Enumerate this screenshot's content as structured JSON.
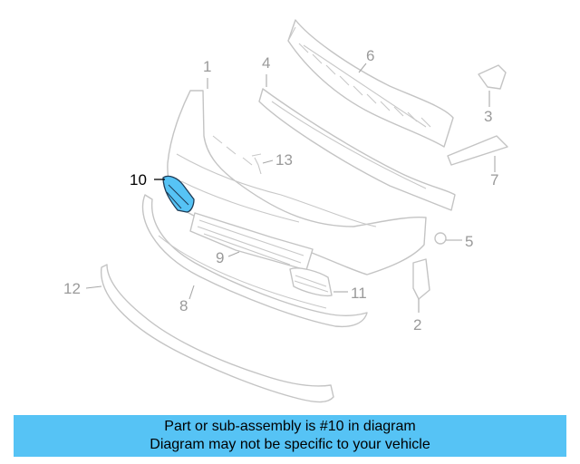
{
  "diagram": {
    "callouts": [
      {
        "id": "1",
        "label": "1"
      },
      {
        "id": "2",
        "label": "2"
      },
      {
        "id": "3",
        "label": "3"
      },
      {
        "id": "4",
        "label": "4"
      },
      {
        "id": "5",
        "label": "5"
      },
      {
        "id": "6",
        "label": "6"
      },
      {
        "id": "7",
        "label": "7"
      },
      {
        "id": "8",
        "label": "8"
      },
      {
        "id": "9",
        "label": "9"
      },
      {
        "id": "10",
        "label": "10"
      },
      {
        "id": "11",
        "label": "11"
      },
      {
        "id": "12",
        "label": "12"
      },
      {
        "id": "13",
        "label": "13"
      }
    ],
    "highlighted_part": "10",
    "highlight_color": "#56c3f5"
  },
  "banner": {
    "line1": "Part or sub-assembly is #10 in diagram",
    "line2": "Diagram may not be specific to your vehicle",
    "background": "#56c3f5"
  }
}
